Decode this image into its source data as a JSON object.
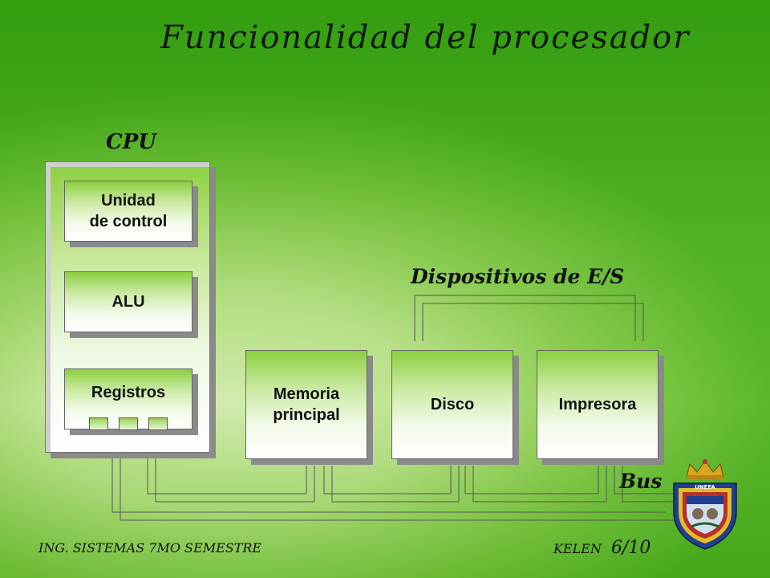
{
  "title": "Funcionalidad del procesador",
  "cpu": {
    "label": "CPU",
    "units": [
      "Unidad\nde control",
      "ALU",
      "Registros"
    ]
  },
  "io": {
    "label": "Dispositivos de E/S"
  },
  "blocks": {
    "memory": "Memoria\nprincipal",
    "disk": "Disco",
    "printer": "Impresora"
  },
  "bus_label": "Bus",
  "footer": {
    "left": "ING. SISTEMAS 7MO SEMESTRE",
    "author": "KELEN",
    "page": "6/10"
  },
  "emblem": {
    "text": "UNEFA"
  },
  "colors": {
    "block_top": "#8bcf3f",
    "background": "#6cc43a"
  }
}
